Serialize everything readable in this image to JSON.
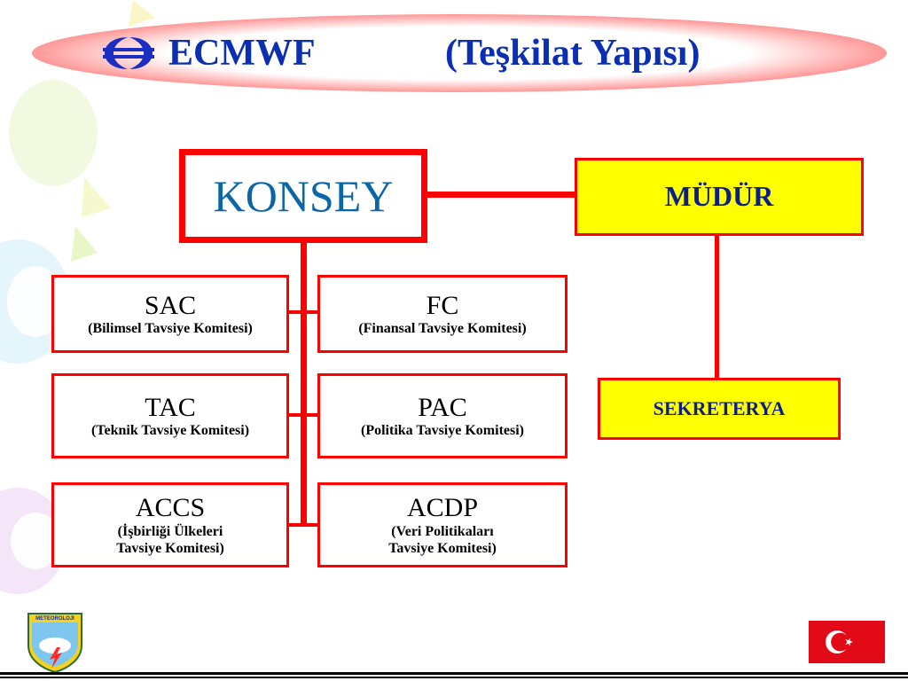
{
  "header": {
    "title_left": "ECMWF",
    "title_right": "(Teşkilat Yapısı)"
  },
  "council": {
    "label": "KONSEY"
  },
  "director": {
    "label": "MÜDÜR"
  },
  "secretariat": {
    "label": "SEKRETERYA"
  },
  "committees": [
    {
      "code": "SAC",
      "desc_lines": [
        "(Bilimsel Tavsiye Komitesi)"
      ]
    },
    {
      "code": "FC",
      "desc_lines": [
        "(Finansal Tavsiye Komitesi)"
      ]
    },
    {
      "code": "TAC",
      "desc_lines": [
        "(Teknik Tavsiye Komitesi)"
      ]
    },
    {
      "code": "PAC",
      "desc_lines": [
        "(Politika Tavsiye Komitesi)"
      ]
    },
    {
      "code": "ACCS",
      "desc_lines": [
        "(İşbirliği Ülkeleri",
        "Tavsiye Komitesi)"
      ]
    },
    {
      "code": "ACDP",
      "desc_lines": [
        "(Veri Politikaları",
        "Tavsiye Komitesi)"
      ]
    }
  ],
  "logos": {
    "meteoroloji_text": "METEOROLOJI"
  },
  "colors": {
    "box_border": "#ff0000",
    "title_blue": "#0b2fb0",
    "konsey_text": "#0b66a8",
    "highlight_fill": "#ffff00",
    "navy_text": "#0b1f8c"
  }
}
